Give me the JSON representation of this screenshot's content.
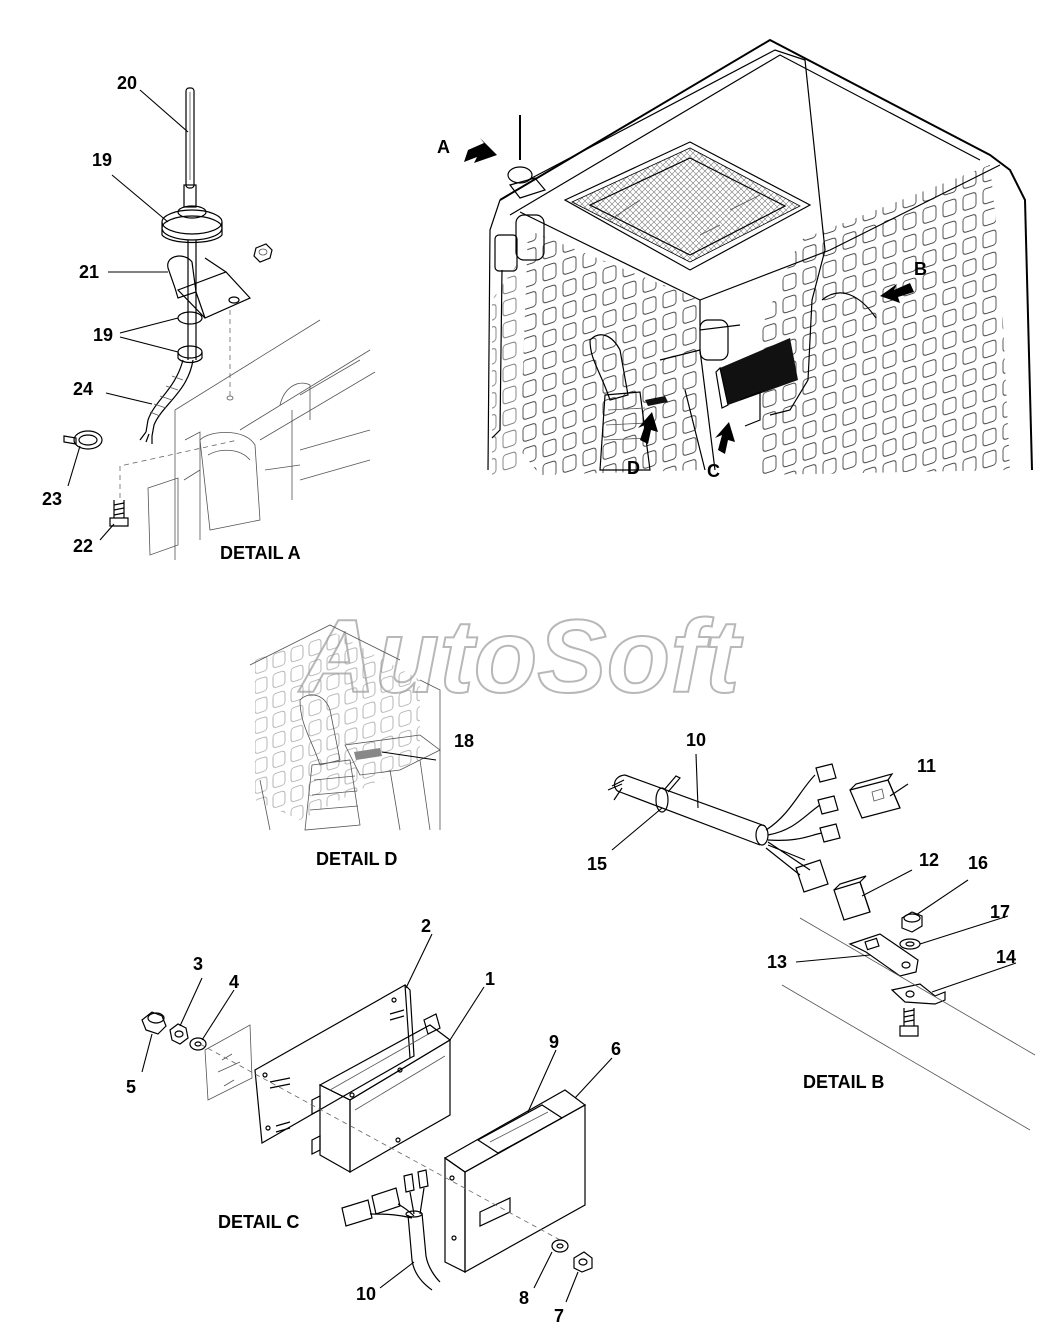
{
  "watermark": "AutoSoft",
  "details": {
    "a": "DETAIL A",
    "b": "DETAIL B",
    "c": "DETAIL C",
    "d": "DETAIL D"
  },
  "view_markers": {
    "a": "A",
    "b": "B",
    "c": "C",
    "d": "D"
  },
  "callouts": {
    "p1": "1",
    "p2": "2",
    "p3": "3",
    "p4": "4",
    "p5": "5",
    "p6": "6",
    "p7": "7",
    "p8": "8",
    "p9": "9",
    "p10c": "10",
    "p10b": "10",
    "p11": "11",
    "p12": "12",
    "p13": "13",
    "p14": "14",
    "p15": "15",
    "p16": "16",
    "p17": "17",
    "p18": "18",
    "p19a": "19",
    "p19b": "19",
    "p20": "20",
    "p21": "21",
    "p22": "22",
    "p23": "23",
    "p24": "24"
  }
}
